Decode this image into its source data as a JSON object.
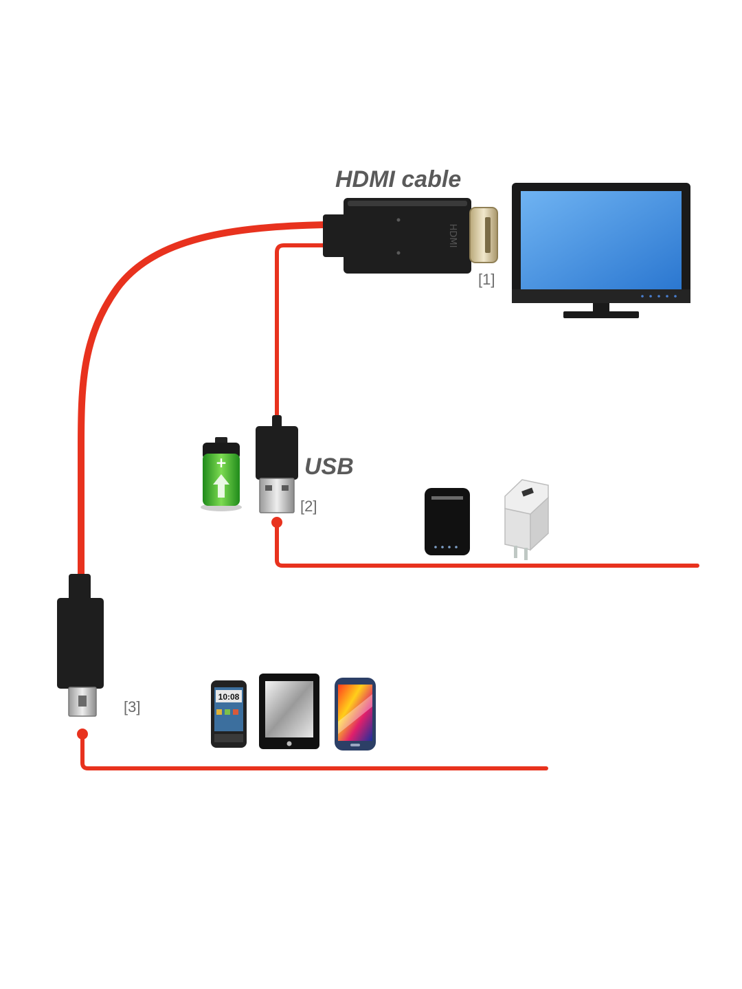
{
  "labels": {
    "hdmi_cable": "HDMI cable",
    "usb": "USB",
    "marker_1": "[1]",
    "marker_2": "[2]",
    "marker_3": "[3]"
  },
  "device_text": {
    "phone_time": "10:08"
  },
  "colors": {
    "cable": "#e8321e",
    "plug": "#1e1e1e",
    "label": "#5a5a5a",
    "monitor_screen": "#3d8ee0",
    "battery_green": "#35b52c"
  },
  "icons": {
    "monitor": "monitor-icon",
    "battery": "battery-charging-icon",
    "power_bank": "power-bank-icon",
    "wall_charger": "usb-wall-charger-icon",
    "phone_htc": "smartphone-icon",
    "tablet": "tablet-icon",
    "phone_samsung": "smartphone-icon"
  }
}
